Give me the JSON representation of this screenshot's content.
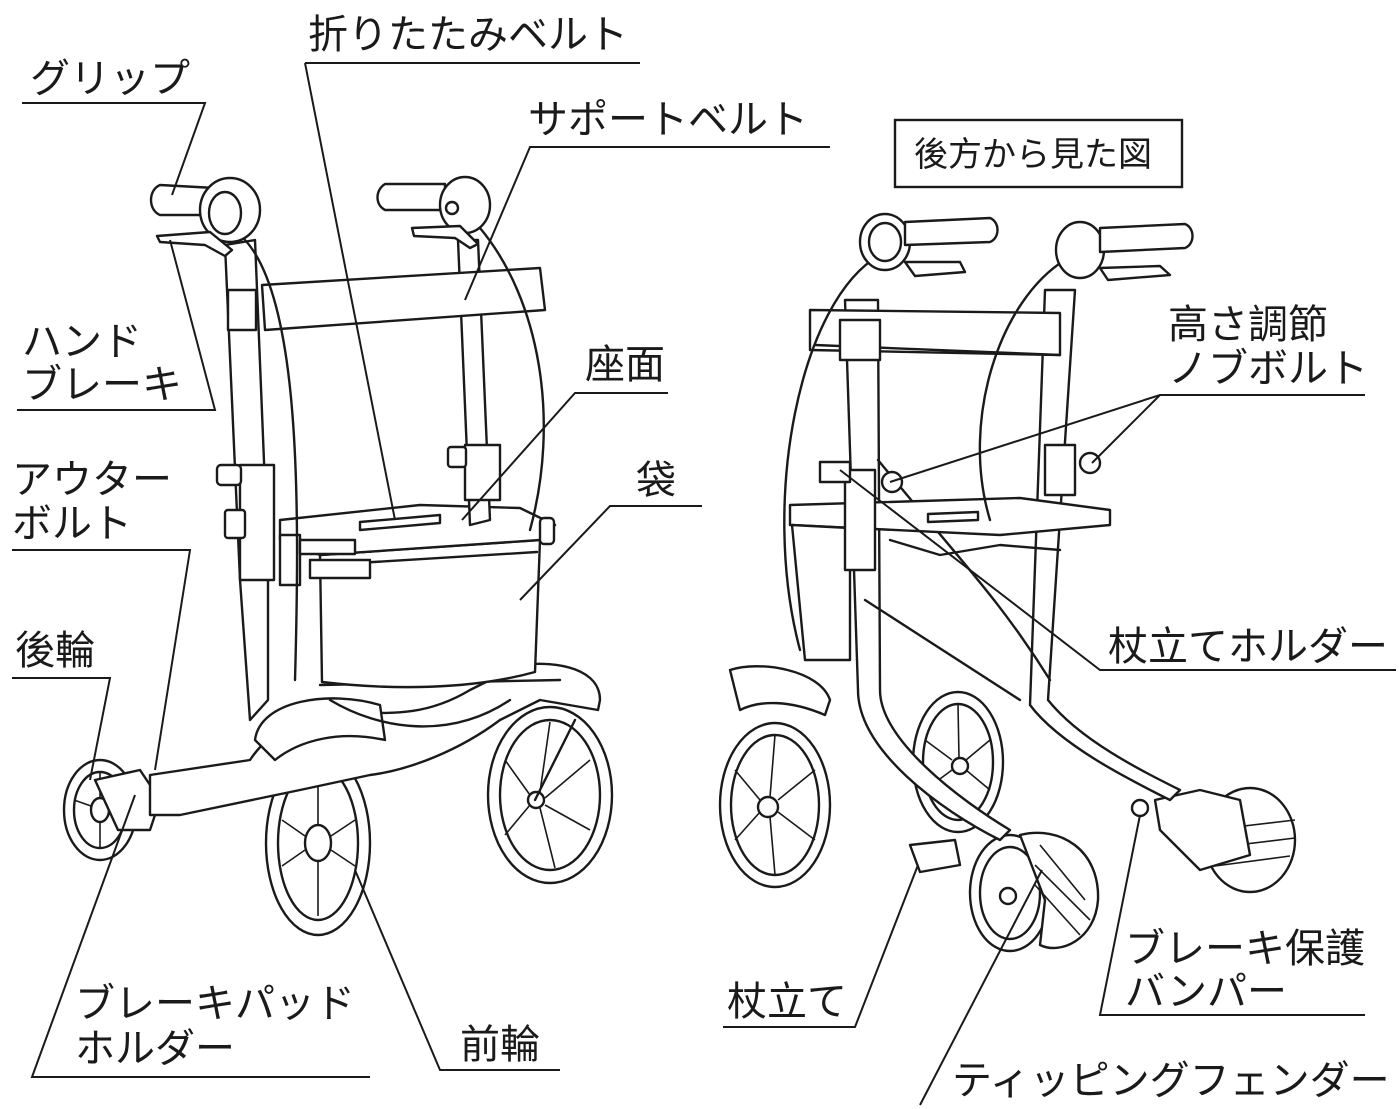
{
  "labels": {
    "grip": "グリップ",
    "folding_belt": "折りたたみベルト",
    "support_belt": "サポートベルト",
    "hand_brake_1": "ハンド",
    "hand_brake_2": "ブレーキ",
    "seat": "座面",
    "bag": "袋",
    "outer_bolt_1": "アウター",
    "outer_bolt_2": "ボルト",
    "rear_wheel": "後輪",
    "brake_pad_holder_1": "ブレーキパッド",
    "brake_pad_holder_2": "ホルダー",
    "front_wheel": "前輪",
    "rear_view": "後方から見た図",
    "height_knob_1": "高さ調節",
    "height_knob_2": "ノブボルト",
    "cane_holder": "杖立てホルダー",
    "cane_stand": "杖立て",
    "brake_bumper_1": "ブレーキ保護",
    "brake_bumper_2": "バンパー",
    "tipping_fender": "ティッピングフェンダー"
  },
  "colors": {
    "line": "#1a1a1a",
    "background": "#ffffff"
  }
}
